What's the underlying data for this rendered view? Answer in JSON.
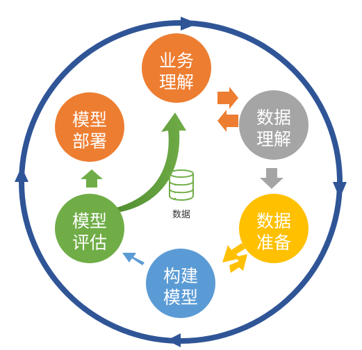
{
  "diagram": {
    "center_label": "数据",
    "nodes": [
      {
        "id": "business-understanding",
        "line1": "业务",
        "line2": "理解",
        "color": "#ED7D31"
      },
      {
        "id": "data-understanding",
        "line1": "数据",
        "line2": "理解",
        "color": "#A5A5A5"
      },
      {
        "id": "data-preparation",
        "line1": "数据",
        "line2": "准备",
        "color": "#FFC000"
      },
      {
        "id": "modeling",
        "line1": "构建",
        "line2": "模型",
        "color": "#5B9BD5"
      },
      {
        "id": "evaluation",
        "line1": "模型",
        "line2": "评估",
        "color": "#70AD47"
      },
      {
        "id": "deployment",
        "line1": "模型",
        "line2": "部署",
        "color": "#ED7D31"
      }
    ],
    "colors": {
      "outer_ring": "#2F5597",
      "business_to_data_arrow": "#ED7D31",
      "data_to_prep_arrow": "#A5A5A5",
      "prep_to_model_arrow": "#FFC000",
      "model_to_eval_arrow": "#5B9BD5",
      "eval_arrow": "#70AD47",
      "database_icon": "#70AD47"
    },
    "icons": {
      "center": "database-icon"
    }
  }
}
